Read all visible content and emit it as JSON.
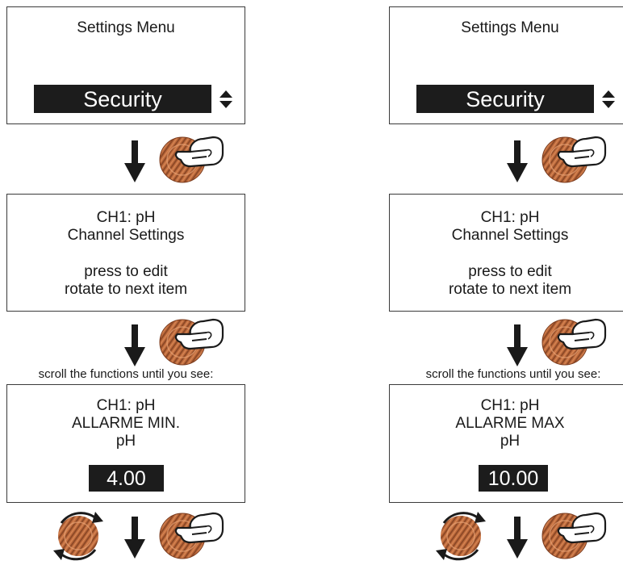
{
  "left": {
    "screen1": {
      "title": "Settings Menu",
      "selected": "Security"
    },
    "screen2": {
      "line1": "CH1: pH",
      "line2": "Channel Settings",
      "line3": "press to edit",
      "line4": "rotate to next item"
    },
    "scroll_instruction": "scroll the functions until you see:",
    "screen3": {
      "line1": "CH1: pH",
      "line2": "ALLARME MIN.",
      "line3": "pH",
      "value": "4.00"
    }
  },
  "right": {
    "screen1": {
      "title": "Settings Menu",
      "selected": "Security"
    },
    "screen2": {
      "line1": "CH1: pH",
      "line2": "Channel Settings",
      "line3": "press to edit",
      "line4": "rotate to next item"
    },
    "scroll_instruction": "scroll the functions until you see:",
    "screen3": {
      "line1": "CH1: pH",
      "line2": "ALLARME MAX",
      "line3": "pH",
      "value": "10.00"
    }
  },
  "colors": {
    "knob": "#b8663a",
    "knob_dark": "#8a4424",
    "display_highlight": "#1c1c1c"
  },
  "icons": [
    "down-arrow-icon",
    "press-knob-icon",
    "rotate-knob-icon",
    "up-down-icon"
  ]
}
